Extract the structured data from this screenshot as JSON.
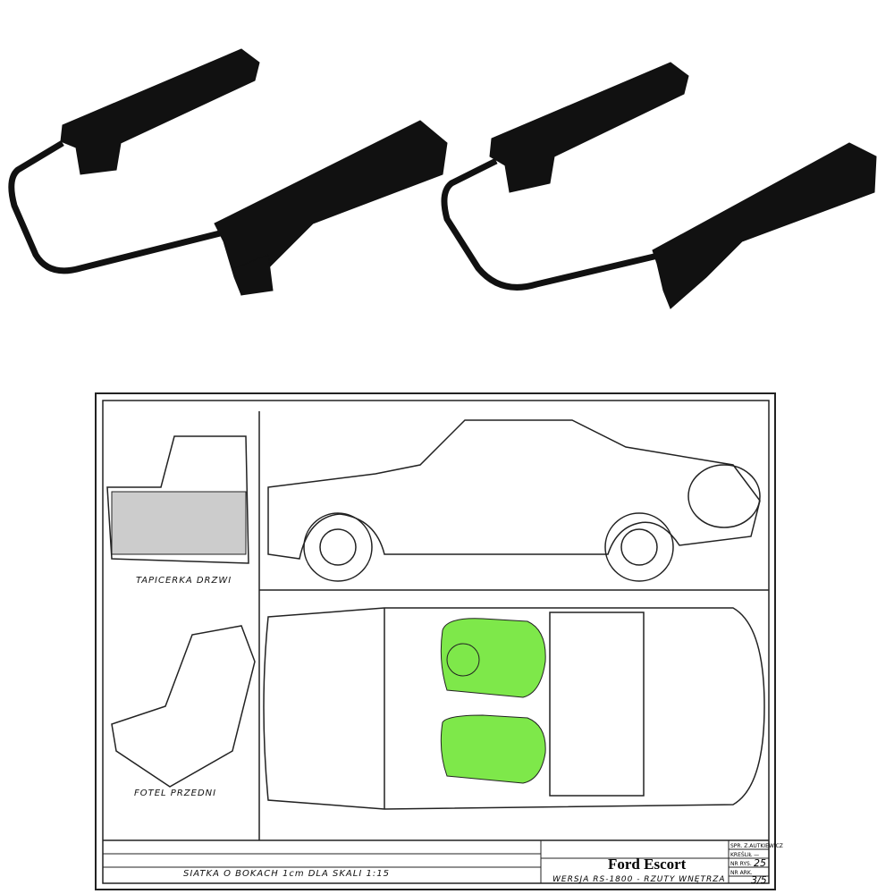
{
  "product_photo": {
    "items": [
      "seat-rail-left",
      "seat-rail-right"
    ],
    "rail_color": "#111111"
  },
  "drawing": {
    "labels": {
      "door_trim": "TAPICERKA DRZWI",
      "front_seat": "FOTEL PRZEDNI",
      "grid_note": "SIATKA O BOKACH 1cm DLA SKALI 1:15"
    },
    "title_block": {
      "title": "Ford Escort",
      "subtitle": "WERSJA RS-1800 - RZUTY WNĘTRZA",
      "checked": "SPR. Z.AUTKIEWICZ",
      "drawn": "KREŚLIŁ —",
      "drawing_no_label": "NR RYS.",
      "drawing_no": "25",
      "sheet_label": "NR ARK.",
      "sheet": "3/5"
    },
    "highlight_color": "#7ee84a"
  }
}
